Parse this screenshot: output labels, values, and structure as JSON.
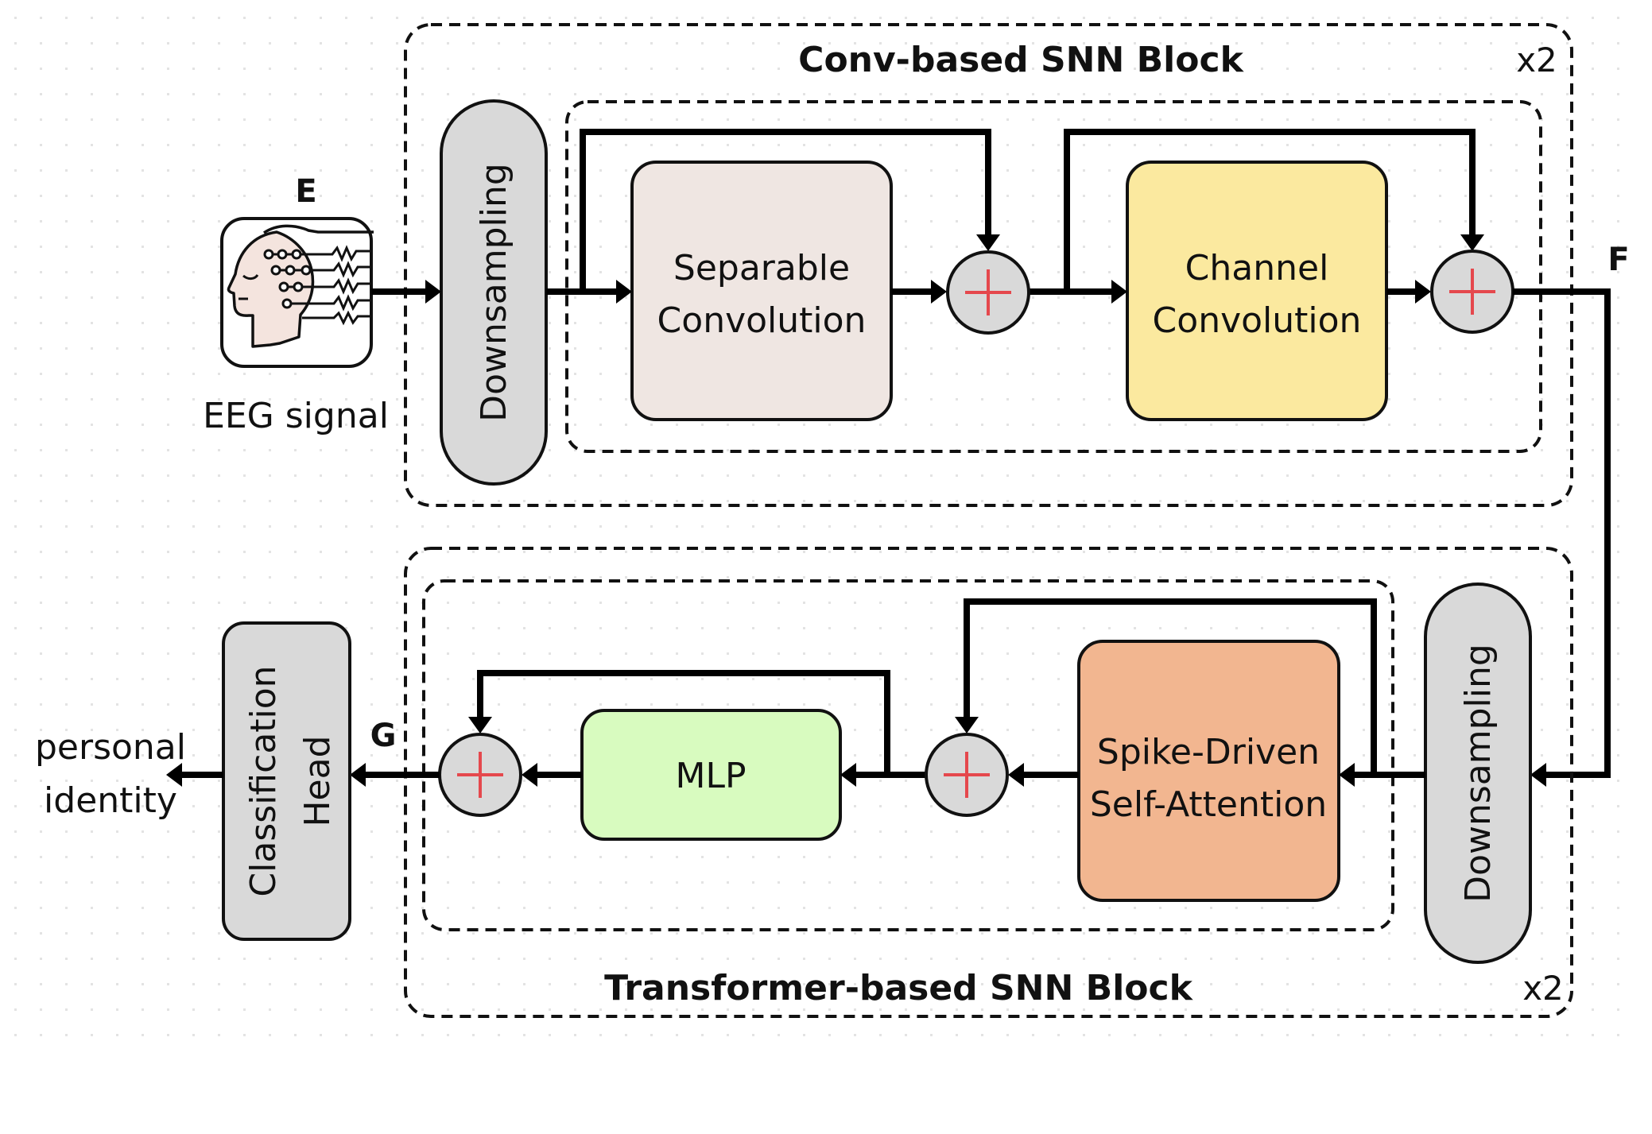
{
  "diagram": {
    "conv_block": {
      "title": "Conv-based SNN Block",
      "repeat": "x2",
      "downsampling_label": "Downsampling",
      "separable_label_line1": "Separable",
      "separable_label_line2": "Convolution",
      "channel_label_line1": "Channel",
      "channel_label_line2": "Convolution"
    },
    "transformer_block": {
      "title": "Transformer-based SNN Block",
      "repeat": "x2",
      "downsampling_label": "Downsampling",
      "attention_label_line1": "Spike-Driven",
      "attention_label_line2": "Self-Attention",
      "mlp_label": "MLP"
    },
    "input": {
      "marker": "E",
      "caption": "EEG signal",
      "icon": "eeg-head-icon"
    },
    "markers": {
      "f": "F",
      "g": "G"
    },
    "head": {
      "label_line1": "Classification",
      "label_line2": "Head"
    },
    "output": {
      "line1": "personal",
      "line2": "identity"
    },
    "adder_icon": "plus-circle-icon",
    "colors": {
      "separable": "#efe6e2",
      "channel": "#fbe99f",
      "attention": "#f2b690",
      "mlp": "#d8fbbf",
      "gray_node": "#d9d9d9",
      "plus": "#e5484d",
      "face": "#f4e4de"
    }
  }
}
